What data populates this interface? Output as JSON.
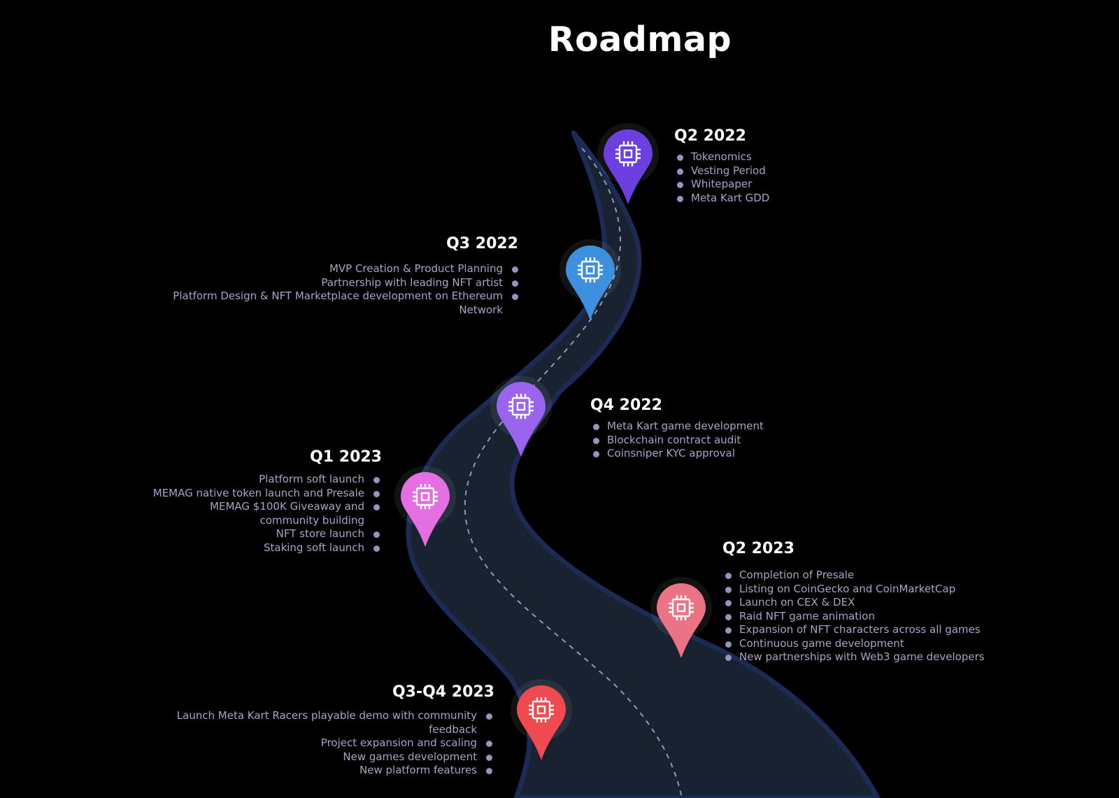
{
  "title": "Roadmap",
  "colors": {
    "background": "#000000",
    "road": "#182230",
    "road_edge": "#1c2a55",
    "bullet": "#8f96c2",
    "text": "#a3a7c4"
  },
  "phases": [
    {
      "title": "Q2 2022",
      "pin_color": "#6c3fe0",
      "icon": "chip-icon",
      "items": [
        "Tokenomics",
        "Vesting Period",
        "Whitepaper",
        "Meta Kart GDD"
      ]
    },
    {
      "title": "Q3 2022",
      "pin_color": "#3d8fe0",
      "icon": "chip-icon",
      "items": [
        "MVP Creation & Product Planning",
        "Partnership with leading NFT artist",
        "Platform Design & NFT Marketplace development on Ethereum Network"
      ]
    },
    {
      "title": "Q4 2022",
      "pin_color": "#9a64ec",
      "icon": "chip-icon",
      "items": [
        "Meta Kart game development",
        "Blockchain contract audit",
        "Coinsniper KYC approval"
      ]
    },
    {
      "title": "Q1 2023",
      "pin_color": "#e36fe3",
      "icon": "chip-icon",
      "items": [
        "Platform soft launch",
        "MEMAG native token launch and Presale",
        "MEMAG $100K Giveaway and community building",
        "NFT store launch",
        "Staking soft launch"
      ]
    },
    {
      "title": "Q2 2023",
      "pin_color": "#ea7486",
      "icon": "chip-icon",
      "items": [
        "Completion of Presale",
        "Listing on CoinGecko and CoinMarketCap",
        "Launch on CEX & DEX",
        "Raid NFT game animation",
        "Expansion of NFT characters across all games",
        "Continuous game development",
        "New partnerships with Web3 game developers"
      ]
    },
    {
      "title": "Q3-Q4 2023",
      "pin_color": "#ee4a50",
      "icon": "chip-icon",
      "items": [
        "Launch Meta Kart Racers playable demo with community feedback",
        "Project expansion and scaling",
        "New games development",
        "New platform features"
      ]
    }
  ]
}
